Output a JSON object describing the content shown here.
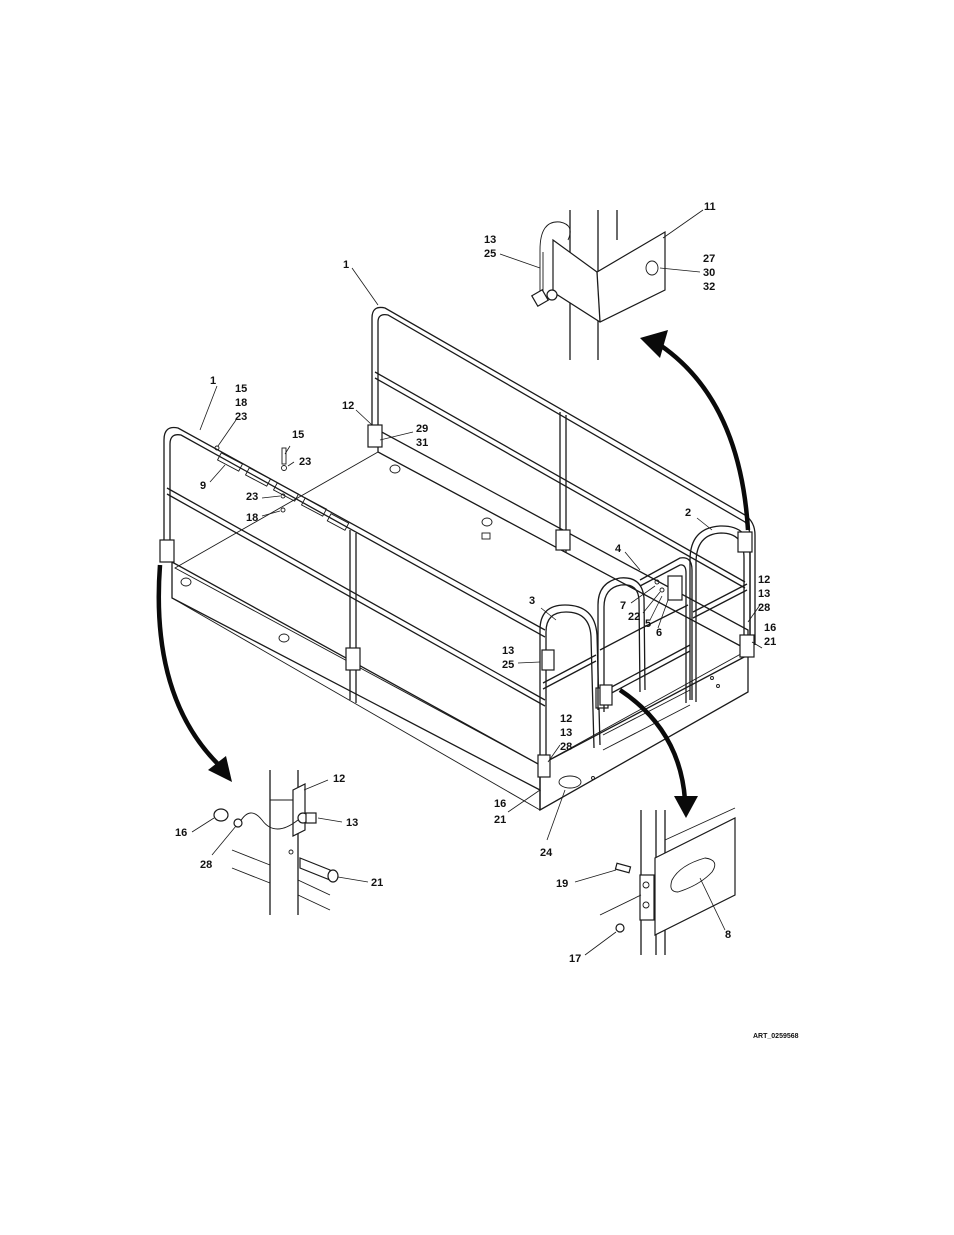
{
  "diagram": {
    "art_id": "ART_0259568",
    "callouts": [
      {
        "id": "c-1-top",
        "lines": [
          "1"
        ]
      },
      {
        "id": "c-1-left",
        "lines": [
          "1"
        ]
      },
      {
        "id": "c-15-18-23",
        "lines": [
          "15",
          "18",
          "23"
        ]
      },
      {
        "id": "c-12-gate",
        "lines": [
          "12"
        ]
      },
      {
        "id": "c-29-31",
        "lines": [
          "29",
          "31"
        ]
      },
      {
        "id": "c-15",
        "lines": [
          "15"
        ]
      },
      {
        "id": "c-23a",
        "lines": [
          "23"
        ]
      },
      {
        "id": "c-9",
        "lines": [
          "9"
        ]
      },
      {
        "id": "c-23b",
        "lines": [
          "23"
        ]
      },
      {
        "id": "c-18",
        "lines": [
          "18"
        ]
      },
      {
        "id": "c-13-25-top",
        "lines": [
          "13",
          "25"
        ]
      },
      {
        "id": "c-11",
        "lines": [
          "11"
        ]
      },
      {
        "id": "c-27-30-32",
        "lines": [
          "27",
          "30",
          "32"
        ]
      },
      {
        "id": "c-2",
        "lines": [
          "2"
        ]
      },
      {
        "id": "c-4",
        "lines": [
          "4"
        ]
      },
      {
        "id": "c-12-13-28-right",
        "lines": [
          "12",
          "13",
          "28"
        ]
      },
      {
        "id": "c-16-21-right",
        "lines": [
          "16",
          "21"
        ]
      },
      {
        "id": "c-7",
        "lines": [
          "7"
        ]
      },
      {
        "id": "c-22",
        "lines": [
          "22"
        ]
      },
      {
        "id": "c-5",
        "lines": [
          "5"
        ]
      },
      {
        "id": "c-6",
        "lines": [
          "6"
        ]
      },
      {
        "id": "c-3",
        "lines": [
          "3"
        ]
      },
      {
        "id": "c-13-25-mid",
        "lines": [
          "13",
          "25"
        ]
      },
      {
        "id": "c-12-13-28-mid",
        "lines": [
          "12",
          "13",
          "28"
        ]
      },
      {
        "id": "c-16-21-mid",
        "lines": [
          "16",
          "21"
        ]
      },
      {
        "id": "c-24",
        "lines": [
          "24"
        ]
      },
      {
        "id": "c-12-detail",
        "lines": [
          "12"
        ]
      },
      {
        "id": "c-16-detail",
        "lines": [
          "16"
        ]
      },
      {
        "id": "c-13-detail",
        "lines": [
          "13"
        ]
      },
      {
        "id": "c-28-detail",
        "lines": [
          "28"
        ]
      },
      {
        "id": "c-21-detail",
        "lines": [
          "21"
        ]
      },
      {
        "id": "c-19",
        "lines": [
          "19"
        ]
      },
      {
        "id": "c-8",
        "lines": [
          "8"
        ]
      },
      {
        "id": "c-17",
        "lines": [
          "17"
        ]
      }
    ]
  }
}
